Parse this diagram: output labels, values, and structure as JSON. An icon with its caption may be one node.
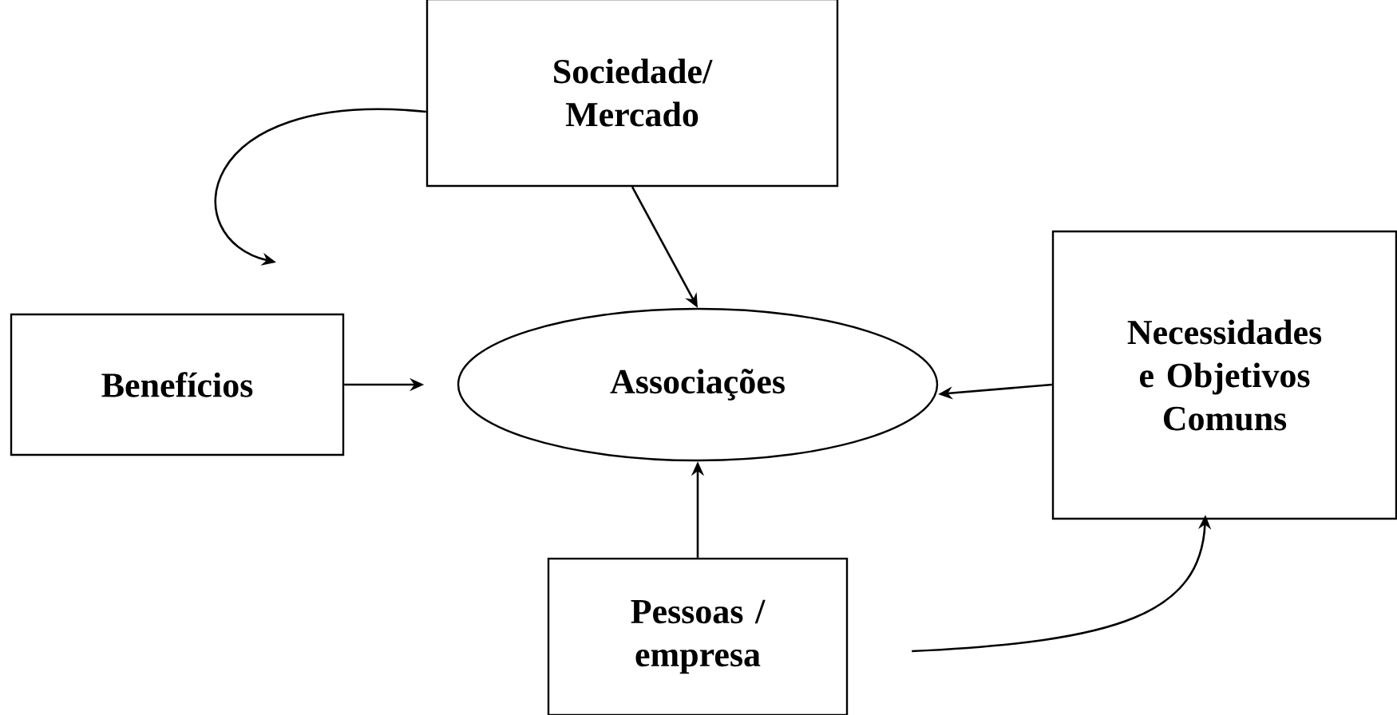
{
  "diagram": {
    "nodes": [
      {
        "text": [
          "Sociedade/ Mercado"
        ]
      },
      {
        "text": [
          "Benefícios"
        ]
      },
      {
        "text": [
          "Associações"
        ]
      },
      {
        "text": [
          "Necessidades e Objetivos Comuns"
        ]
      },
      {
        "text": [
          "Pessoas / empresa"
        ]
      }
    ],
    "edges": [
      {
        "from": 0,
        "to": 2,
        "arrow": "to"
      },
      {
        "from": 1,
        "to": 2,
        "arrow": "to"
      },
      {
        "from": 3,
        "to": 2,
        "arrow": "to"
      },
      {
        "from": 4,
        "to": 2,
        "arrow": "to"
      },
      {
        "from": 0,
        "to": 1,
        "arrow": "to"
      },
      {
        "from": 4,
        "to": 3,
        "arrow": "to"
      }
    ]
  }
}
